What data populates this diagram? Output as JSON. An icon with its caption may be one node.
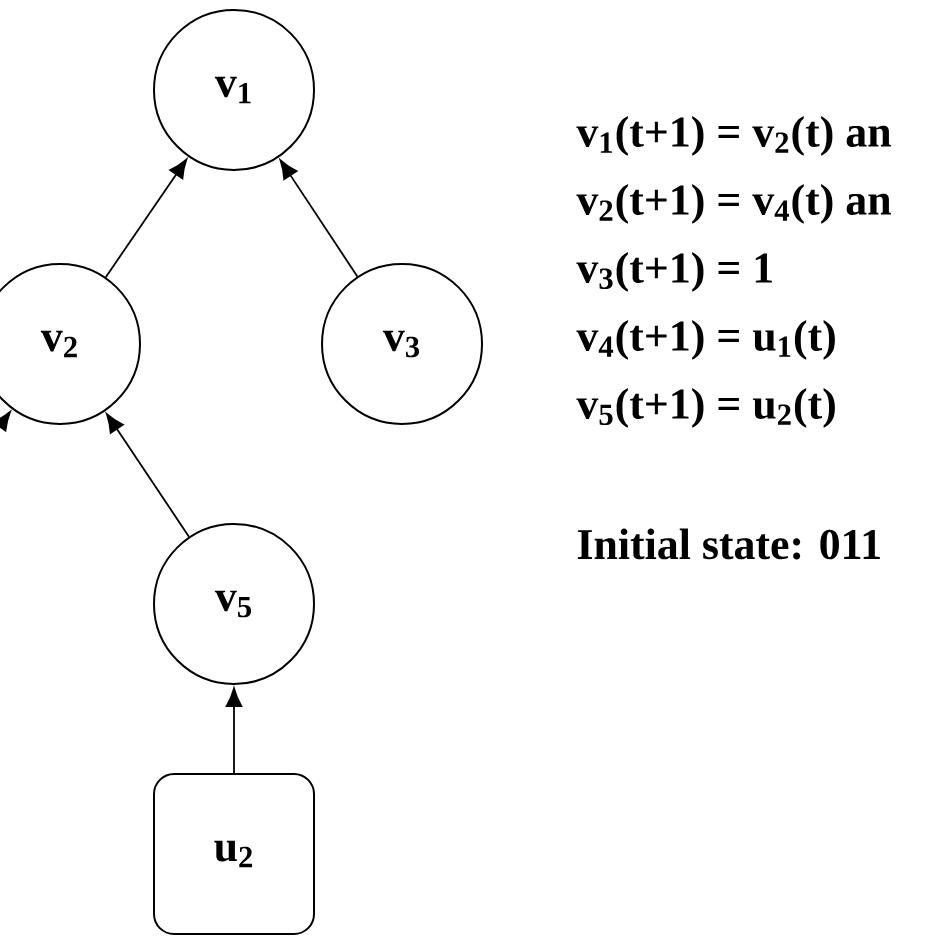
{
  "diagram": {
    "nodes": [
      {
        "text": [
          "v$_{1}$"
        ]
      },
      {
        "text": [
          "v$_{2}$"
        ]
      },
      {
        "text": [
          "v$_{3}$"
        ]
      },
      {
        "text": [
          "v$_{5}$"
        ]
      },
      {
        "text": [
          "u$_{2}$"
        ]
      }
    ],
    "edges": [
      {
        "from": 1,
        "to": 0,
        "arrow": "to"
      },
      {
        "from": 2,
        "to": 0,
        "arrow": "to"
      },
      {
        "from": 3,
        "to": 1,
        "arrow": "to"
      },
      {
        "from": 4,
        "to": 3,
        "arrow": "to"
      },
      {
        "from": null,
        "to": 1,
        "arrow": "to"
      }
    ],
    "labels": [
      "v$_{1}$(t+1) = v$_{2}$(t) an",
      "v$_{2}$(t+1) = v$_{4}$(t) an",
      "v$_{3}$(t+1) = 1",
      "v$_{4}$(t+1) = u$_{1}$(t)",
      "v$_{5}$(t+1) = u$_{2}$(t)",
      "Initial state: 011"
    ]
  }
}
